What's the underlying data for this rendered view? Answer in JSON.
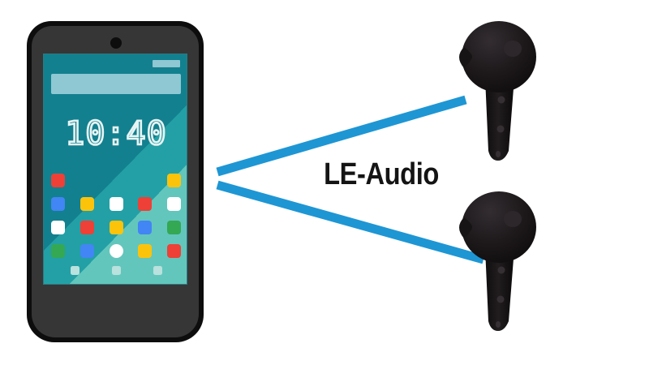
{
  "scene": {
    "title": "LE-Audio wireless earbuds connected to smartphone",
    "background_color": "#ffffff"
  },
  "label": {
    "text": "LE-Audio",
    "color": "#141414"
  },
  "connection": {
    "line_color": "#1e96d4",
    "line_count": 2,
    "top_line_name": "connection-line-top",
    "bottom_line_name": "connection-line-bottom"
  },
  "phone": {
    "body_color": "#0d0d0d",
    "bezel_color": "#363636",
    "screen_base_color": "#12808f",
    "band_mid_color": "#23a0a5",
    "band_light_color": "#63c6bc",
    "clock": "10:40",
    "status_pill_label": "",
    "search_widget_label": "",
    "dock_dots": 3,
    "app_grid": {
      "rows": [
        {
          "name": "app-row-1",
          "icons": [
            {
              "color": "#ee4036",
              "shape": "rounded",
              "name": "app-icon-red"
            },
            {
              "color": "transparent",
              "shape": "empty",
              "name": "app-icon-empty"
            },
            {
              "color": "transparent",
              "shape": "empty",
              "name": "app-icon-empty"
            },
            {
              "color": "transparent",
              "shape": "empty",
              "name": "app-icon-empty"
            },
            {
              "color": "#fcc30b",
              "shape": "rounded",
              "name": "app-icon-yellow"
            }
          ]
        },
        {
          "name": "app-row-2",
          "icons": [
            {
              "color": "#4285f4",
              "shape": "rounded",
              "name": "app-icon-blue"
            },
            {
              "color": "#fcc30b",
              "shape": "rounded",
              "name": "app-icon-yellow"
            },
            {
              "color": "#ffffff",
              "shape": "rounded",
              "name": "app-icon-white"
            },
            {
              "color": "#ee4036",
              "shape": "rounded",
              "name": "app-icon-red"
            },
            {
              "color": "#ffffff",
              "shape": "rounded",
              "name": "app-icon-white"
            }
          ]
        },
        {
          "name": "app-row-3",
          "icons": [
            {
              "color": "#ffffff",
              "shape": "rounded",
              "name": "app-icon-white"
            },
            {
              "color": "#ee4036",
              "shape": "rounded",
              "name": "app-icon-red"
            },
            {
              "color": "#fcc30b",
              "shape": "rounded",
              "name": "app-icon-yellow"
            },
            {
              "color": "#4285f4",
              "shape": "rounded",
              "name": "app-icon-blue"
            },
            {
              "color": "#34a853",
              "shape": "rounded",
              "name": "app-icon-green"
            }
          ]
        },
        {
          "name": "app-row-4",
          "icons": [
            {
              "color": "#34a853",
              "shape": "rounded",
              "name": "app-icon-green"
            },
            {
              "color": "#4285f4",
              "shape": "rounded",
              "name": "app-icon-blue"
            },
            {
              "color": "#ffffff",
              "shape": "circle",
              "name": "app-icon-white-circle"
            },
            {
              "color": "#fcc30b",
              "shape": "rounded",
              "name": "app-icon-yellow"
            },
            {
              "color": "#ee4036",
              "shape": "rounded",
              "name": "app-icon-red"
            }
          ]
        }
      ]
    }
  },
  "earbuds": [
    {
      "name": "earbud-top",
      "label": "",
      "body_color": "#1a1618",
      "bud_highlight_color": "#2a2428"
    },
    {
      "name": "earbud-bottom",
      "label": "",
      "body_color": "#1a1618",
      "bud_highlight_color": "#2a2428"
    }
  ]
}
